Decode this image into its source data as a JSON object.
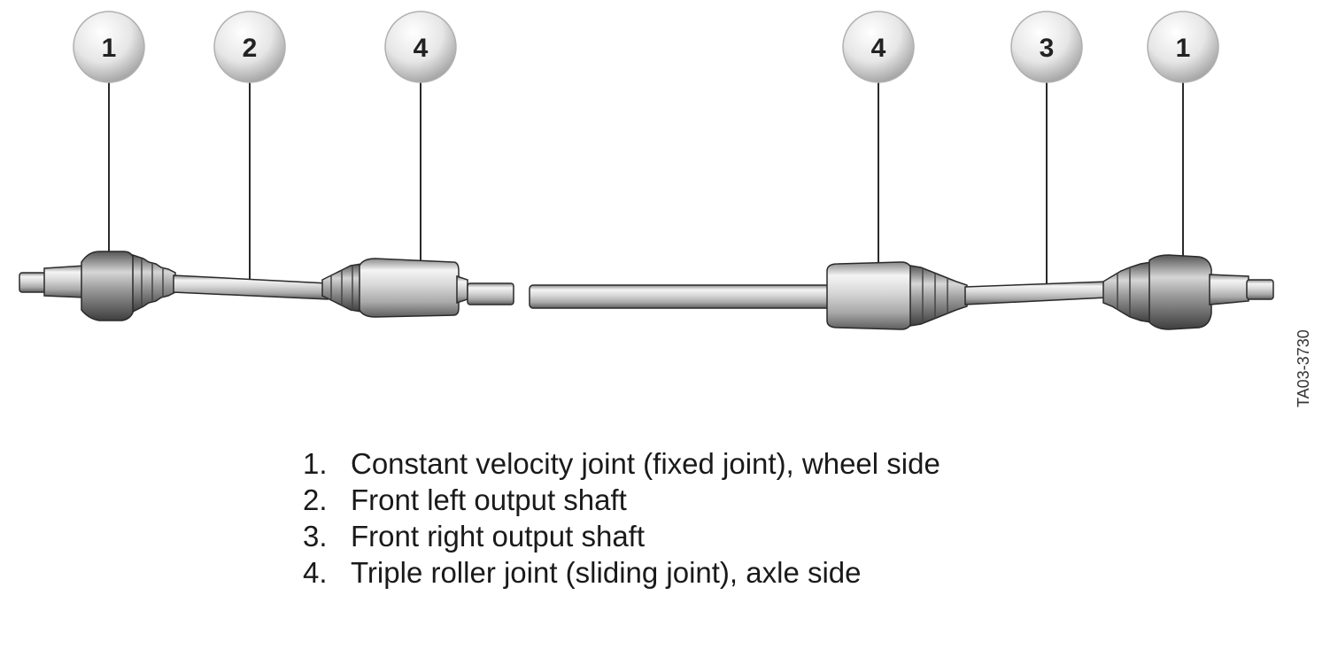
{
  "callouts": [
    {
      "label": "1"
    },
    {
      "label": "2"
    },
    {
      "label": "4"
    },
    {
      "label": "4"
    },
    {
      "label": "3"
    },
    {
      "label": "1"
    }
  ],
  "figure_code": "TA03-3730",
  "legend": [
    {
      "number": "1.",
      "text": "Constant velocity joint (fixed joint), wheel side"
    },
    {
      "number": "2.",
      "text": "Front left output shaft"
    },
    {
      "number": "3.",
      "text": "Front right output shaft"
    },
    {
      "number": "4.",
      "text": "Triple roller joint (sliding joint), axle side"
    }
  ],
  "colors": {
    "metal_light": "#f2f2f2",
    "metal_dark": "#6e6e6e",
    "outline": "#2a2a2a",
    "text": "#1a1a1a"
  }
}
